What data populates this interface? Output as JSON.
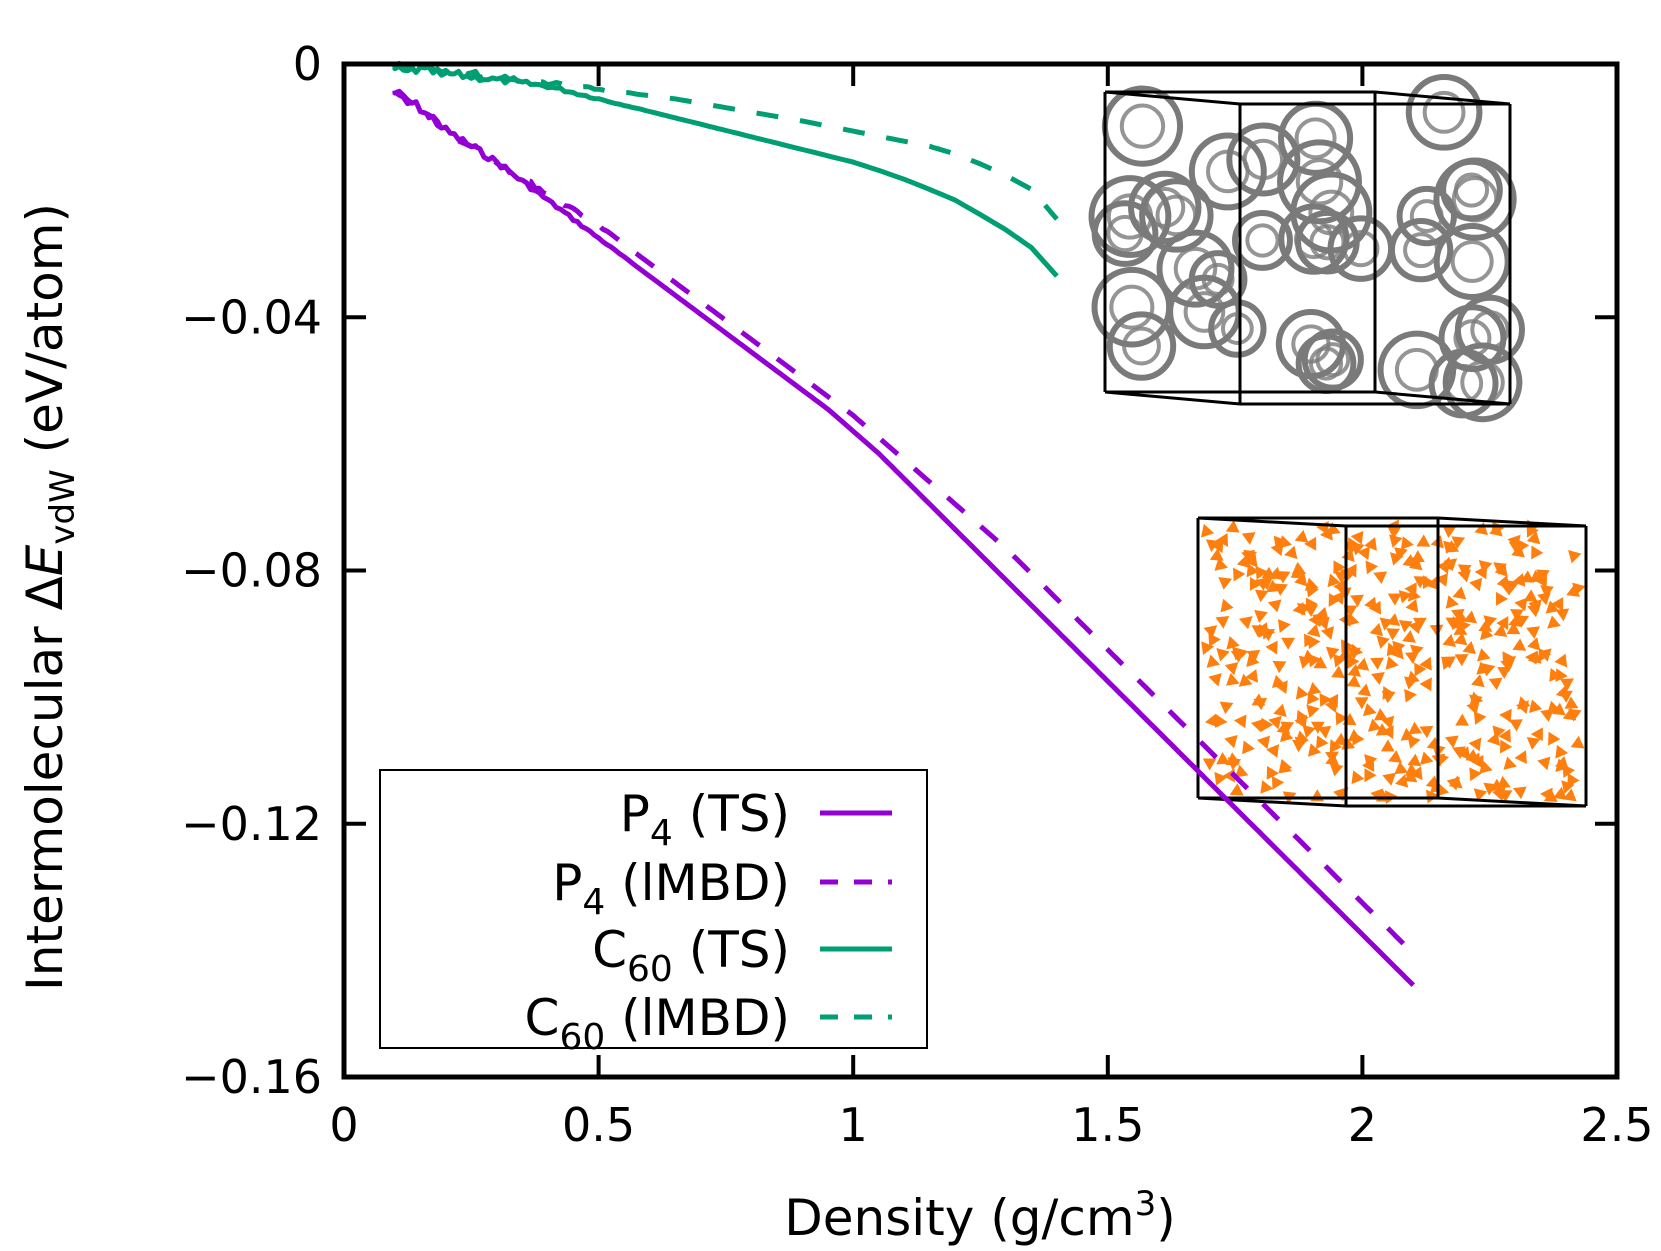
{
  "chart_data": {
    "type": "line",
    "xlabel": "Density (g/cm",
    "xlabel_sup": "3",
    "xlabel_end": ")",
    "ylabel_pre": "Intermolecular Δ",
    "ylabel_var": "E",
    "ylabel_sub": "vdW",
    "ylabel_post": " (eV/atom)",
    "xlim": [
      0,
      2.5
    ],
    "ylim": [
      -0.16,
      0
    ],
    "xticks": [
      0,
      0.5,
      1,
      1.5,
      2,
      2.5
    ],
    "xtick_labels": [
      "0",
      "0.5",
      "1",
      "1.5",
      "2",
      "2.5"
    ],
    "yticks": [
      0,
      -0.04,
      -0.08,
      -0.12,
      -0.16
    ],
    "ytick_labels": [
      "0",
      "−0.04",
      "−0.08",
      "−0.12",
      "−0.16"
    ],
    "grid": false,
    "legend_position": "bottom-left",
    "series": [
      {
        "name": "P4 (TS)",
        "label_main": "P",
        "label_sub": "4",
        "label_rest": " (TS)",
        "color": "#9400d3",
        "dash": "solid",
        "x": [
          0.1,
          0.15,
          0.2,
          0.25,
          0.3,
          0.35,
          0.4,
          0.45,
          0.5,
          0.55,
          0.6,
          0.65,
          0.7,
          0.75,
          0.8,
          0.85,
          0.9,
          0.95,
          1.0,
          1.05,
          1.1,
          1.15,
          1.2,
          1.25,
          1.3,
          1.35,
          1.4,
          1.45,
          1.5,
          1.55,
          1.6,
          1.65,
          1.7,
          1.75,
          1.8,
          1.85,
          1.9,
          1.95,
          2.0,
          2.05,
          2.1
        ],
        "y": [
          -0.0045,
          -0.007,
          -0.0105,
          -0.013,
          -0.0155,
          -0.0185,
          -0.0215,
          -0.0245,
          -0.0275,
          -0.0305,
          -0.0335,
          -0.0365,
          -0.0395,
          -0.0425,
          -0.0455,
          -0.0485,
          -0.0515,
          -0.0545,
          -0.058,
          -0.0615,
          -0.0655,
          -0.0695,
          -0.0735,
          -0.0775,
          -0.0815,
          -0.0855,
          -0.0895,
          -0.0935,
          -0.0975,
          -0.1015,
          -0.1055,
          -0.1095,
          -0.1135,
          -0.1175,
          -0.1215,
          -0.1255,
          -0.1295,
          -0.1335,
          -0.1375,
          -0.1415,
          -0.1455
        ]
      },
      {
        "name": "P4 (lMBD)",
        "label_main": "P",
        "label_sub": "4",
        "label_rest": " (lMBD)",
        "color": "#9400d3",
        "dash": "dashed",
        "x": [
          0.1,
          0.15,
          0.2,
          0.25,
          0.3,
          0.35,
          0.4,
          0.45,
          0.5,
          0.55,
          0.6,
          0.65,
          0.7,
          0.75,
          0.8,
          0.85,
          0.9,
          0.95,
          1.0,
          1.05,
          1.1,
          1.15,
          1.2,
          1.25,
          1.3,
          1.35,
          1.4,
          1.45,
          1.5,
          1.55,
          1.6,
          1.65,
          1.7,
          1.75,
          1.8,
          1.85,
          1.9,
          1.95,
          2.0,
          2.05,
          2.1
        ],
        "y": [
          -0.0045,
          -0.007,
          -0.0105,
          -0.013,
          -0.0155,
          -0.018,
          -0.0205,
          -0.023,
          -0.0255,
          -0.0285,
          -0.0315,
          -0.0345,
          -0.0375,
          -0.0405,
          -0.0435,
          -0.0465,
          -0.0495,
          -0.0525,
          -0.0555,
          -0.059,
          -0.0625,
          -0.066,
          -0.0695,
          -0.073,
          -0.0765,
          -0.0805,
          -0.0845,
          -0.0885,
          -0.0925,
          -0.0965,
          -0.1005,
          -0.1045,
          -0.1085,
          -0.1125,
          -0.1165,
          -0.1205,
          -0.1245,
          -0.1285,
          -0.1325,
          -0.1365,
          -0.1405
        ]
      },
      {
        "name": "C60 (TS)",
        "label_main": "C",
        "label_sub": "60",
        "label_rest": " (TS)",
        "color": "#009e73",
        "dash": "solid",
        "x": [
          0.1,
          0.15,
          0.2,
          0.25,
          0.3,
          0.35,
          0.4,
          0.45,
          0.5,
          0.55,
          0.6,
          0.65,
          0.7,
          0.75,
          0.8,
          0.85,
          0.9,
          0.95,
          1.0,
          1.05,
          1.1,
          1.15,
          1.2,
          1.25,
          1.3,
          1.35,
          1.4
        ],
        "y": [
          -0.0005,
          -0.001,
          -0.0015,
          -0.002,
          -0.0025,
          -0.003,
          -0.0035,
          -0.0045,
          -0.0055,
          -0.0065,
          -0.0075,
          -0.0085,
          -0.0095,
          -0.0105,
          -0.0115,
          -0.0125,
          -0.0135,
          -0.0145,
          -0.0155,
          -0.0168,
          -0.0182,
          -0.0198,
          -0.0215,
          -0.0238,
          -0.0262,
          -0.029,
          -0.0335
        ]
      },
      {
        "name": "C60 (lMBD)",
        "label_main": "C",
        "label_sub": "60",
        "label_rest": " (lMBD)",
        "color": "#009e73",
        "dash": "dashed",
        "x": [
          0.1,
          0.15,
          0.2,
          0.25,
          0.3,
          0.35,
          0.4,
          0.45,
          0.5,
          0.55,
          0.6,
          0.65,
          0.7,
          0.75,
          0.8,
          0.85,
          0.9,
          0.95,
          1.0,
          1.05,
          1.1,
          1.15,
          1.2,
          1.25,
          1.3,
          1.35,
          1.4
        ],
        "y": [
          -0.0005,
          -0.0008,
          -0.0012,
          -0.0016,
          -0.002,
          -0.0025,
          -0.003,
          -0.0035,
          -0.004,
          -0.0045,
          -0.005,
          -0.0055,
          -0.0062,
          -0.0069,
          -0.0076,
          -0.0083,
          -0.009,
          -0.0098,
          -0.0106,
          -0.0114,
          -0.0122,
          -0.013,
          -0.0142,
          -0.0158,
          -0.0176,
          -0.0198,
          -0.0245
        ]
      }
    ]
  },
  "insets": [
    {
      "name": "C60 structure",
      "color": "#7a7a7a",
      "kind": "fullerenes"
    },
    {
      "name": "P4 structure",
      "color": "#ff7f0e",
      "kind": "tetrahedra"
    }
  ]
}
